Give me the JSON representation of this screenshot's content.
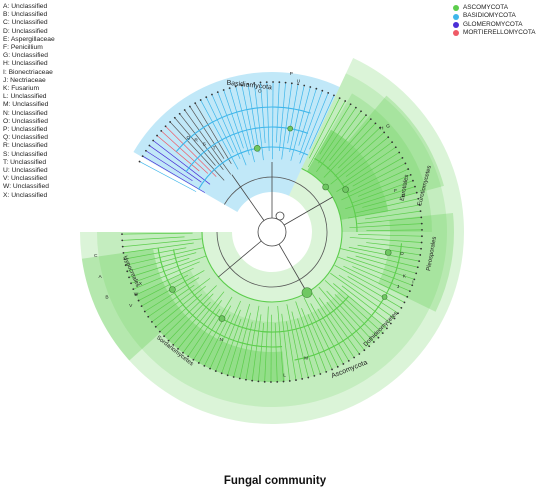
{
  "key_items": [
    {
      "letter": "A",
      "name": "Unclassified"
    },
    {
      "letter": "B",
      "name": "Unclassified"
    },
    {
      "letter": "C",
      "name": "Unclassified"
    },
    {
      "letter": "D",
      "name": "Unclassified"
    },
    {
      "letter": "E",
      "name": "Aspergillaceae"
    },
    {
      "letter": "F",
      "name": "Penicillium"
    },
    {
      "letter": "G",
      "name": "Unclassified"
    },
    {
      "letter": "H",
      "name": "Unclassified"
    },
    {
      "letter": "I",
      "name": "Bionectriaceae"
    },
    {
      "letter": "J",
      "name": "Nectriaceae"
    },
    {
      "letter": "K",
      "name": "Fusarium"
    },
    {
      "letter": "L",
      "name": "Unclassified"
    },
    {
      "letter": "M",
      "name": "Unclassified"
    },
    {
      "letter": "N",
      "name": "Unclassified"
    },
    {
      "letter": "O",
      "name": "Unclassified"
    },
    {
      "letter": "P",
      "name": "Unclassified"
    },
    {
      "letter": "Q",
      "name": "Unclassified"
    },
    {
      "letter": "R",
      "name": "Unclassified"
    },
    {
      "letter": "S",
      "name": "Unclassified"
    },
    {
      "letter": "T",
      "name": "Unclassified"
    },
    {
      "letter": "U",
      "name": "Unclassified"
    },
    {
      "letter": "V",
      "name": "Unclassified"
    },
    {
      "letter": "W",
      "name": "Unclassified"
    },
    {
      "letter": "X",
      "name": "Unclassified"
    }
  ],
  "phyla": [
    {
      "name": "ASCOMYCOTA",
      "color": "#5ccd4c"
    },
    {
      "name": "BASIDIOMYCOTA",
      "color": "#3fb6ea"
    },
    {
      "name": "GLOMEROMYCOTA",
      "color": "#4b2fd6"
    },
    {
      "name": "MORTIERELLOMYCOTA",
      "color": "#ef5a66"
    }
  ],
  "clade_labels": {
    "basidiomycota": "Basidiomycota",
    "ascomycota": "Ascomycota",
    "eurotiomycetes": "Eurotiomycetes",
    "eurotiales": "Eurotiales",
    "pleosporales": "Pleosporales",
    "dothideomycetes": "Dothideomycetes",
    "sordariomycetes": "Sordariomycetes",
    "hypocreales": "Hypocreales"
  },
  "caption": "Fungal community"
}
